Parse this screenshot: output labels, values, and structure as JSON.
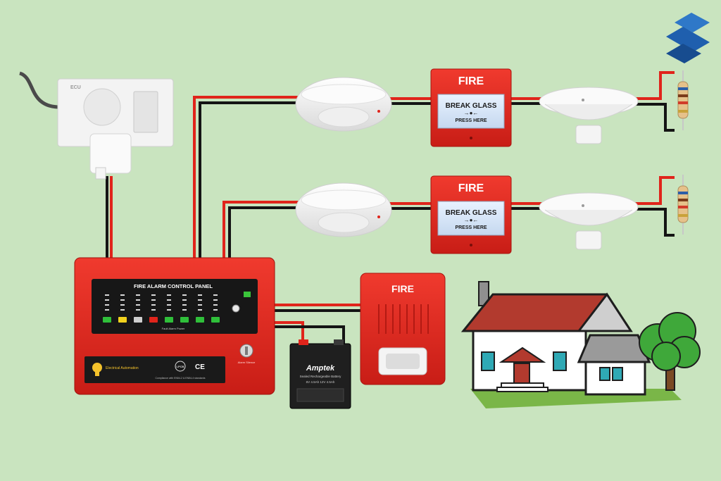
{
  "colors": {
    "background": "#c9e4bf",
    "wire_red": "#e0241b",
    "wire_black": "#141414",
    "panel_red": "#e52a22",
    "logo_blue": "#1f5fae"
  },
  "logo": {
    "icon": "stacked-s-logo-icon"
  },
  "power": {
    "icon": "wall-socket-with-plug-icon",
    "socket_text": "ECU"
  },
  "control_panel": {
    "title": "FIRE ALARM CONTROL PANEL",
    "cert_text": "LPCB",
    "ce_text": "CE",
    "brand_text": "Electrical Automation",
    "footer_text": "Compliance with EN54-2 & EN54-4 standards",
    "key_text": "Alarm Silence",
    "led_legend": "Fault   Alarm   Power"
  },
  "battery": {
    "brand": "Amptek",
    "model": "6V 4.5Ah 12V 4.5Ah",
    "line2": "Sealed Rechargeable Battery"
  },
  "zones": [
    {
      "smoke_detector_icon": "smoke-detector-icon",
      "call_point": {
        "title": "FIRE",
        "break_text": "BREAK GLASS",
        "press_text": "PRESS HERE"
      },
      "heat_detector_icon": "heat-detector-icon",
      "eol_icon": "end-of-line-resistor-icon"
    },
    {
      "smoke_detector_icon": "smoke-detector-icon",
      "call_point": {
        "title": "FIRE",
        "break_text": "BREAK GLASS",
        "press_text": "PRESS HERE"
      },
      "heat_detector_icon": "heat-detector-icon",
      "eol_icon": "end-of-line-resistor-icon"
    }
  ],
  "sounder": {
    "title": "FIRE",
    "icon": "strobe-sounder-icon"
  },
  "house": {
    "icon": "house-icon"
  },
  "tree": {
    "icon": "tree-icon"
  }
}
